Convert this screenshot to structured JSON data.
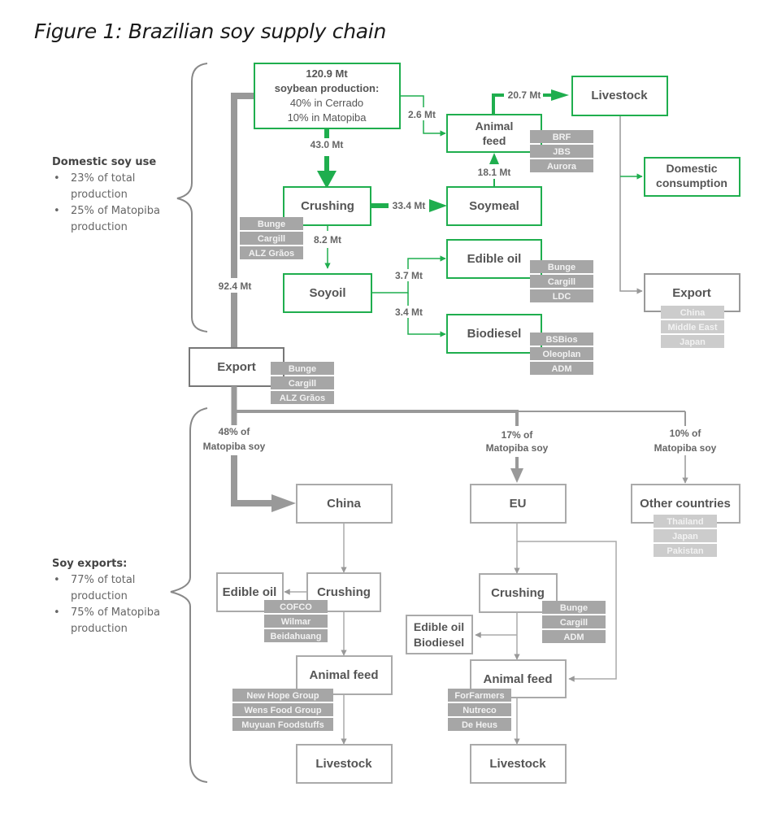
{
  "title": "Figure 1: Brazilian soy supply chain",
  "colors": {
    "domestic": "#1fae4e",
    "export": "#999999",
    "company_dark": "#a6a6a6",
    "company_light": "#cccccc"
  },
  "sidebar": {
    "domestic": {
      "title": "Domestic soy use",
      "items": [
        "23% of total production",
        "25% of Matopiba production"
      ]
    },
    "exports": {
      "title": "Soy exports:",
      "items": [
        "77% of total production",
        "75% of Matopiba production"
      ]
    }
  },
  "nodes": {
    "production": {
      "line1": "120.9 Mt",
      "line2": "soybean production:",
      "line3": "40% in Cerrado",
      "line4": "10% in Matopiba"
    },
    "crushing": {
      "label": "Crushing",
      "companies": [
        "Bunge",
        "Cargill",
        "ALZ Grãos"
      ]
    },
    "soyoil": {
      "label": "Soyoil"
    },
    "soymeal": {
      "label": "Soymeal"
    },
    "animal_feed": {
      "line1": "Animal",
      "line2": "feed",
      "companies": [
        "BRF",
        "JBS",
        "Aurora"
      ]
    },
    "livestock": {
      "label": "Livestock"
    },
    "domestic_consumption": {
      "line1": "Domestic",
      "line2": "consumption"
    },
    "edible_oil": {
      "label": "Edible oil",
      "companies": [
        "Bunge",
        "Cargill",
        "LDC"
      ]
    },
    "biodiesel": {
      "label": "Biodiesel",
      "companies": [
        "BSBios",
        "Oleoplan",
        "ADM"
      ]
    },
    "export_secondary": {
      "label": "Export",
      "companies": [
        "China",
        "Middle East",
        "Japan"
      ]
    },
    "export_main": {
      "label": "Export",
      "companies": [
        "Bunge",
        "Cargill",
        "ALZ Grãos"
      ]
    },
    "china": {
      "label": "China"
    },
    "eu": {
      "label": "EU"
    },
    "other": {
      "label": "Other countries",
      "companies": [
        "Thailand",
        "Japan",
        "Pakistan"
      ]
    },
    "china_crushing": {
      "label": "Crushing",
      "companies": [
        "COFCO",
        "Wilmar",
        "Beidahuang"
      ]
    },
    "china_edible_oil": {
      "label": "Edible oil"
    },
    "china_animal_feed": {
      "label": "Animal feed",
      "companies": [
        "New Hope Group",
        "Wens Food Group",
        "Muyuan Foodstuffs"
      ]
    },
    "china_livestock": {
      "label": "Livestock"
    },
    "eu_crushing": {
      "label": "Crushing",
      "companies": [
        "Bunge",
        "Cargill",
        "ADM"
      ]
    },
    "eu_oil_biodiesel": {
      "line1": "Edible oil",
      "line2": "Biodiesel"
    },
    "eu_animal_feed": {
      "label": "Animal feed",
      "companies": [
        "ForFarmers",
        "Nutreco",
        "De Heus"
      ]
    },
    "eu_livestock": {
      "label": "Livestock"
    }
  },
  "flows": {
    "to_crushing": "43.0 Mt",
    "to_animal_feed": "2.6 Mt",
    "to_livestock": "20.7 Mt",
    "to_soymeal": "33.4 Mt",
    "soymeal_to_feed": "18.1 Mt",
    "to_soyoil": "8.2 Mt",
    "to_edible_oil": "3.7 Mt",
    "to_biodiesel": "3.4 Mt",
    "to_export": "92.4 Mt",
    "china_share": {
      "line1": "48% of",
      "line2": "Matopiba soy"
    },
    "eu_share": {
      "line1": "17% of",
      "line2": "Matopiba soy"
    },
    "other_share": {
      "line1": "10% of",
      "line2": "Matopiba soy"
    }
  }
}
